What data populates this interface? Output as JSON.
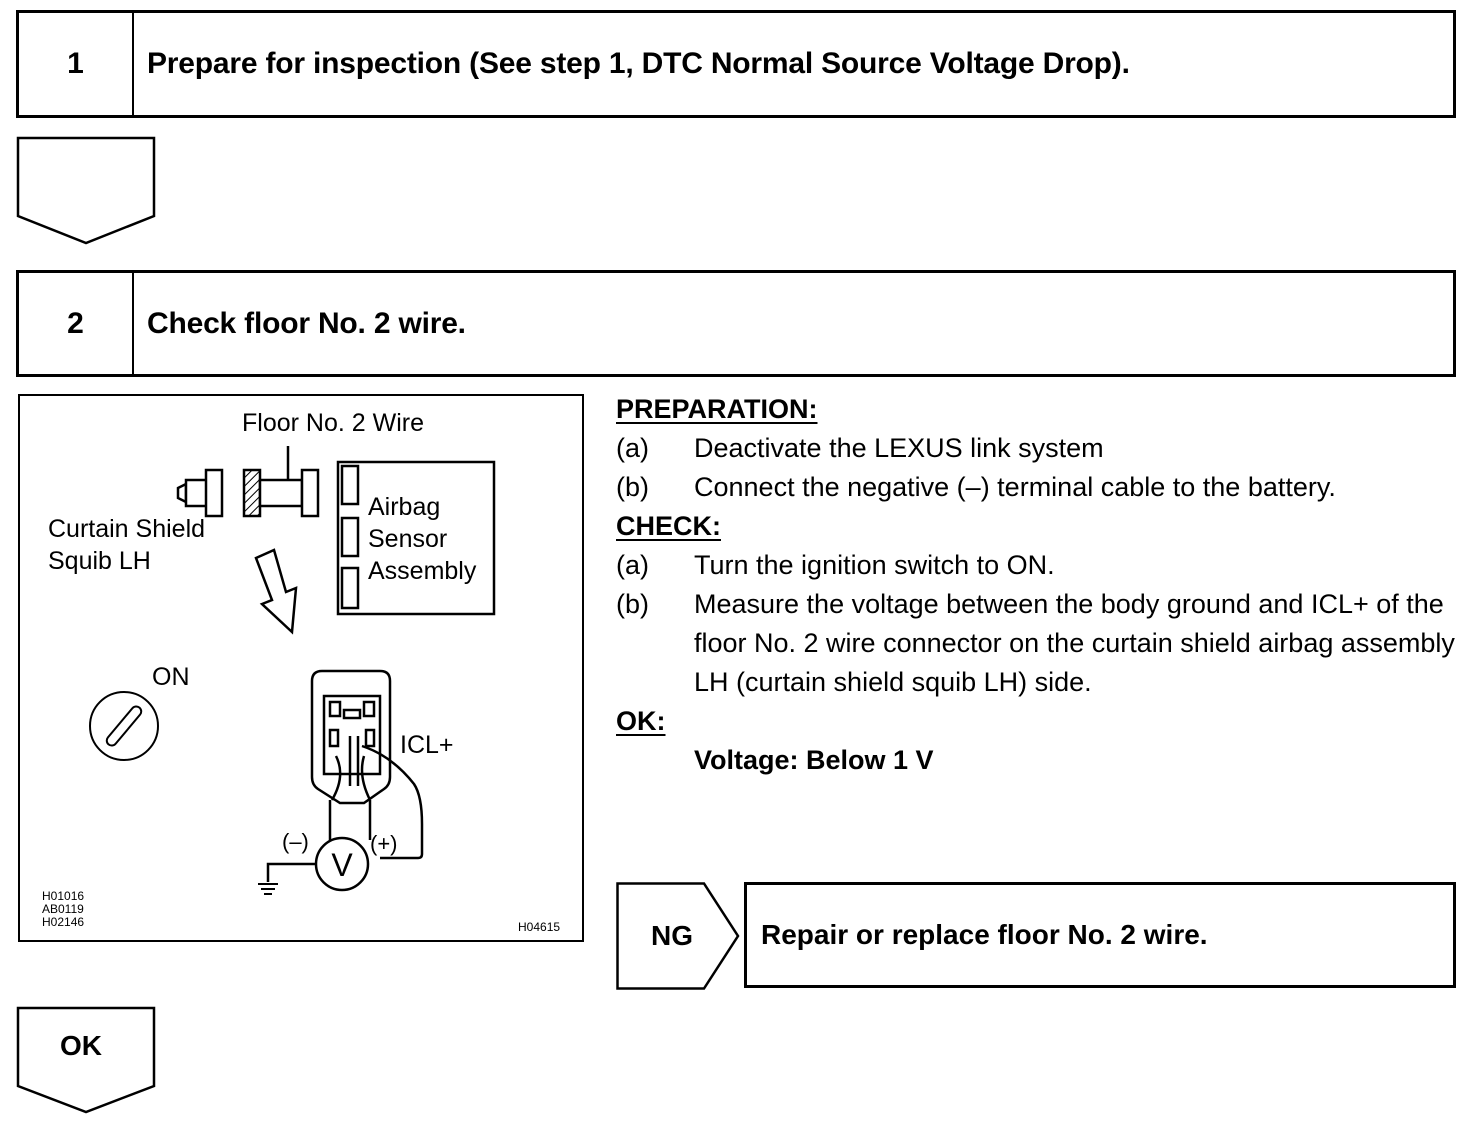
{
  "step1": {
    "number": "1",
    "title": "Prepare for inspection (See step 1, DTC Normal Source Voltage Drop)."
  },
  "step2": {
    "number": "2",
    "title": "Check floor No. 2 wire."
  },
  "figure": {
    "label_floor_wire": "Floor No. 2 Wire",
    "label_squib_line1": "Curtain Shield",
    "label_squib_line2": "Squib LH",
    "label_sensor_line1": "Airbag",
    "label_sensor_line2": "Sensor",
    "label_sensor_line3": "Assembly",
    "label_on": "ON",
    "label_terminal": "ICL+",
    "label_neg": "(–)",
    "label_pos": "(+)",
    "label_meter": "V",
    "codes": [
      "H01016",
      "AB0119",
      "H02146"
    ],
    "fig_id": "H04615"
  },
  "instructions": {
    "preparation_header": "PREPARATION:",
    "preparation": [
      {
        "label": "(a)",
        "text": "Deactivate the LEXUS link system"
      },
      {
        "label": "(b)",
        "text": "Connect the negative (–) terminal cable to the battery."
      }
    ],
    "check_header": "CHECK:",
    "check": [
      {
        "label": "(a)",
        "text": "Turn the ignition switch to ON."
      },
      {
        "label": "(b)",
        "text": "Measure the voltage between the body ground and ICL+ of the floor No. 2 wire connector on the curtain shield airbag assembly LH (curtain shield squib LH) side."
      }
    ],
    "ok_header": "OK:",
    "ok_spec": "Voltage: Below 1 V"
  },
  "ng_result": {
    "tag": "NG",
    "action": "Repair or replace floor No. 2 wire."
  },
  "ok_result": {
    "tag": "OK"
  }
}
